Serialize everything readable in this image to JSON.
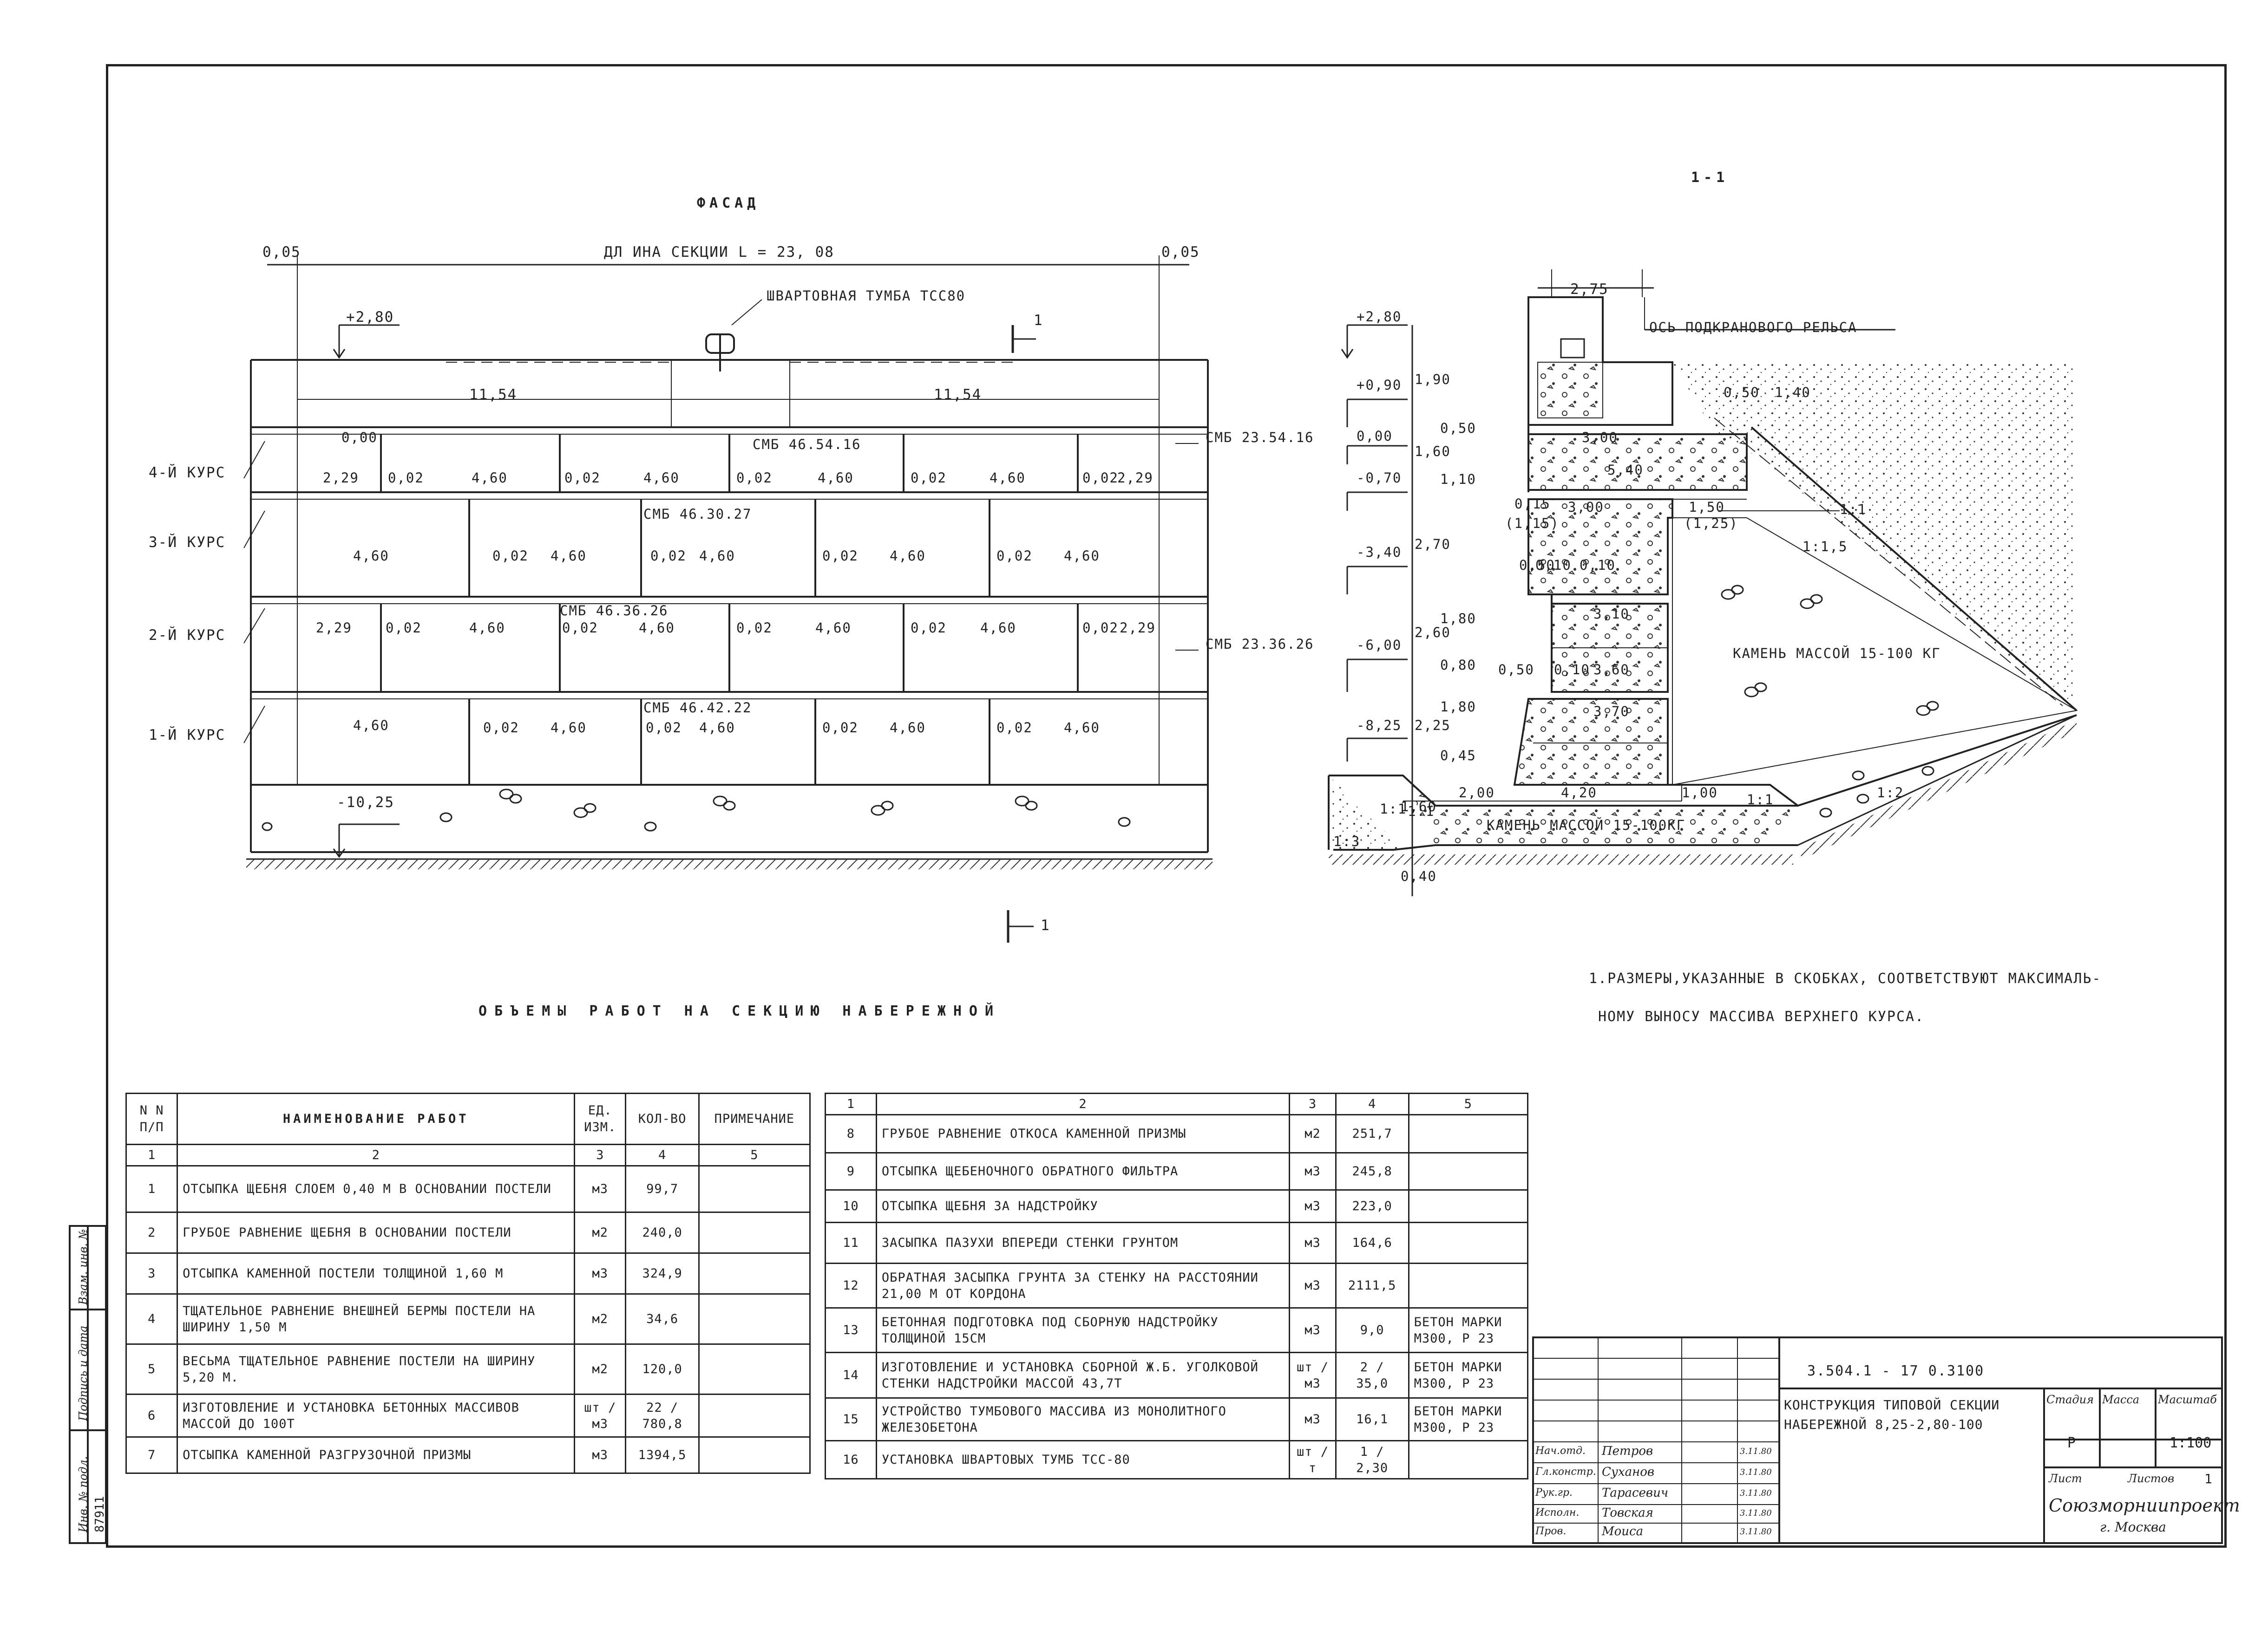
{
  "facade": {
    "title": "ФАСАД",
    "length_label": "ДЛ ИНА   СЕКЦИИ  L = 23, 08",
    "margin_left": "0,05",
    "margin_right": "0,05",
    "bollard_label": "ШВАРТОВНАЯ  ТУМБА  ТСС80",
    "cut_mark_top": "1",
    "cut_mark_bottom": "1",
    "level_top": "+2,80",
    "level_bottom": "-10,25",
    "top_segment_1": "11,54",
    "top_segment_2": "11,54",
    "level_zero": "0,00",
    "course_4": "4-Й  КУРС",
    "course_3": "3-Й  КУРС",
    "course_2": "2-Й  КУРС",
    "course_1": "1-Й  КУРС",
    "block_4": "СМБ 46.54.16",
    "block_3": "СМБ 46.30.27",
    "block_2": "СМБ 46.36.26",
    "block_1": "СМБ 46.42.22",
    "block_side_upper": "СМБ 23.54.16",
    "block_side_lower": "СМБ 23.36.26",
    "row4_dims": [
      "2,29",
      "0,02",
      "4,60",
      "0,02",
      "4,60",
      "0,02",
      "4,60",
      "0,02",
      "4,60",
      "0,02",
      "2,29"
    ],
    "row3_dims": [
      "4,60",
      "0,02",
      "4,60",
      "0,02",
      "4,60",
      "0,02",
      "4,60",
      "0,02",
      "4,60"
    ],
    "row2_dims": [
      "2,29",
      "0,02",
      "4,60",
      "0,02",
      "4,60",
      "0,02",
      "4,60",
      "0,02",
      "4,60",
      "0,02",
      "2,29"
    ],
    "row1_dims": [
      "4,60",
      "0,02",
      "4,60",
      "0,02",
      "4,60",
      "0,02",
      "4,60",
      "0,02",
      "4,60"
    ]
  },
  "section": {
    "title": "1-1",
    "width_top": "2,75",
    "rail_axis": "ОСЬ ПОДКРАНОВОГО РЕЛЬСА",
    "levels": [
      "+2,80",
      "+0,90",
      "0,00",
      "-0,70",
      "-3,40",
      "-6,00",
      "-8,25"
    ],
    "vertical_dims": [
      "1,90",
      "1,60",
      "0,50",
      "1,10",
      "2,70",
      "2,60",
      "1,80",
      "0,80",
      "1,80",
      "2,25",
      "0,45",
      "1,60",
      "0,40"
    ],
    "dims_left": [
      "0,15",
      "(1,15)",
      "0,50",
      "0,50"
    ],
    "block_widths": [
      "3,00",
      "5,40",
      "3,00",
      "3,10",
      "3,60",
      "3,70"
    ],
    "block_offsets": [
      "0,10",
      "0,10",
      "0,10"
    ],
    "right_dims": [
      "0,50",
      "1,40",
      "1,50",
      "(1,25)"
    ],
    "bottom_dims": [
      "2,00",
      "4,20",
      "1,00"
    ],
    "slopes": [
      "1:1",
      "1:1,5",
      "1:1",
      "1:2",
      "1:1",
      "1:1",
      "1:3"
    ],
    "stone_label_1": "КАМЕНЬ  МАССОЙ  15-100 КГ",
    "stone_label_2": "КАМЕНЬ МАССОЙ  15-100КГ"
  },
  "note": {
    "line1": "1.РАЗМЕРЫ,УКАЗАННЫЕ  В  СКОБКАХ, СООТВЕТСТВУЮТ  МАКСИМАЛЬ-",
    "line2": "НОМУ  ВЫНОСУ   МАССИВА  ВЕРХНЕГО   КУРСА."
  },
  "works": {
    "title": "ОБЪЕМЫ  РАБОТ  НА  СЕКЦИЮ  НАБЕРЕЖНОЙ",
    "headers": [
      "N N П/П",
      "НАИМЕНОВАНИЕ   РАБОТ",
      "ЕД. ИЗМ.",
      "КОЛ-ВО",
      "ПРИМЕЧАНИЕ"
    ],
    "col_numbers": [
      "1",
      "2",
      "3",
      "4",
      "5"
    ],
    "rows_left": [
      {
        "n": "1",
        "name": "ОТСЫПКА ЩЕБНЯ СЛОЕМ 0,40 М В ОСНОВАНИИ ПОСТЕЛИ",
        "unit": "м3",
        "qty": "99,7",
        "note": ""
      },
      {
        "n": "2",
        "name": "ГРУБОЕ РАВНЕНИЕ ЩЕБНЯ В ОСНОВАНИИ ПОСТЕЛИ",
        "unit": "м2",
        "qty": "240,0",
        "note": ""
      },
      {
        "n": "3",
        "name": "ОТСЫПКА КАМЕННОЙ ПОСТЕЛИ ТОЛЩИНОЙ 1,60 М",
        "unit": "м3",
        "qty": "324,9",
        "note": ""
      },
      {
        "n": "4",
        "name": "ТЩАТЕЛЬНОЕ РАВНЕНИЕ ВНЕШНЕЙ БЕРМЫ ПОСТЕЛИ НА ШИРИНУ 1,50 М",
        "unit": "м2",
        "qty": "34,6",
        "note": ""
      },
      {
        "n": "5",
        "name": "ВЕСЬМА ТЩАТЕЛЬНОЕ РАВНЕНИЕ ПОСТЕЛИ НА ШИРИНУ  5,20  М.",
        "unit": "м2",
        "qty": "120,0",
        "note": ""
      },
      {
        "n": "6",
        "name": "ИЗГОТОВЛЕНИЕ И УСТАНОВКА БЕТОННЫХ МАССИВОВ  МАССОЙ  ДО 100Т",
        "unit": "шт / м3",
        "qty": "22 / 780,8",
        "note": ""
      },
      {
        "n": "7",
        "name": "ОТСЫПКА КАМЕННОЙ РАЗГРУЗОЧНОЙ ПРИЗМЫ",
        "unit": "м3",
        "qty": "1394,5",
        "note": ""
      }
    ],
    "rows_right": [
      {
        "n": "8",
        "name": "ГРУБОЕ РАВНЕНИЕ ОТКОСА КАМЕННОЙ ПРИЗМЫ",
        "unit": "м2",
        "qty": "251,7",
        "note": ""
      },
      {
        "n": "9",
        "name": "ОТСЫПКА ЩЕБЕНОЧНОГО ОБРАТНОГО ФИЛЬТРА",
        "unit": "м3",
        "qty": "245,8",
        "note": ""
      },
      {
        "n": "10",
        "name": "ОТСЫПКА ЩЕБНЯ ЗА НАДСТРОЙКУ",
        "unit": "м3",
        "qty": "223,0",
        "note": ""
      },
      {
        "n": "11",
        "name": "ЗАСЫПКА ПАЗУХИ ВПЕРЕДИ СТЕНКИ ГРУНТОМ",
        "unit": "м3",
        "qty": "164,6",
        "note": ""
      },
      {
        "n": "12",
        "name": "ОБРАТНАЯ ЗАСЫПКА ГРУНТА ЗА СТЕНКУ НА РАССТОЯНИИ 21,00 М ОТ КОРДОНА",
        "unit": "м3",
        "qty": "2111,5",
        "note": ""
      },
      {
        "n": "13",
        "name": "БЕТОННАЯ ПОДГОТОВКА ПОД СБОРНУЮ НАДСТРОЙКУ ТОЛЩИНОЙ 15СМ",
        "unit": "м3",
        "qty": "9,0",
        "note": "БЕТОН МАРКИ М300, Р 23"
      },
      {
        "n": "14",
        "name": "ИЗГОТОВЛЕНИЕ И УСТАНОВКА СБОРНОЙ Ж.Б. УГОЛКОВОЙ СТЕНКИ НАДСТРОЙКИ МАССОЙ 43,7Т",
        "unit": "шт / м3",
        "qty": "2 / 35,0",
        "note": "БЕТОН МАРКИ М300, Р 23"
      },
      {
        "n": "15",
        "name": "УСТРОЙСТВО ТУМБОВОГО МАССИВА ИЗ МОНОЛИТНОГО ЖЕЛЕЗОБЕТОНА",
        "unit": "м3",
        "qty": "16,1",
        "note": "БЕТОН МАРКИ М300, Р 23"
      },
      {
        "n": "16",
        "name": "УСТАНОВКА ШВАРТОВЫХ ТУМБ  ТСС-80",
        "unit": "шт / т",
        "qty": "1 / 2,30",
        "note": ""
      }
    ]
  },
  "stamp": {
    "code": "3.504.1 - 17   0.3100",
    "title": "КОНСТРУКЦИЯ ТИПОВОЙ СЕКЦИИ НАБЕРЕЖНОЙ 8,25-2,80-100",
    "stage_h": "Стадия",
    "mass_h": "Масса",
    "scale_h": "Масштаб",
    "stage": "Р",
    "scale": "1:100",
    "sheet_h": "Лист",
    "sheets_h": "Листов",
    "sheets": "1",
    "org": "Союзморниипроект",
    "city": "г. Москва",
    "signers": [
      {
        "role": "Нач.отд.",
        "name": "Петров",
        "date": "3.11.80"
      },
      {
        "role": "Гл.констр.",
        "name": "Суханов",
        "date": "3.11.80"
      },
      {
        "role": "Рук.гр.",
        "name": "Тарасевич",
        "date": "3.11.80"
      },
      {
        "role": "Исполн.",
        "name": "Товская",
        "date": "3.11.80"
      },
      {
        "role": "Пров.",
        "name": "Моиса",
        "date": "3.11.80"
      }
    ]
  },
  "side_stamp": {
    "inv": "Инв. № подл.",
    "sign": "Подпись и дата",
    "exch": "Взам. инв. №",
    "number": "87911"
  }
}
